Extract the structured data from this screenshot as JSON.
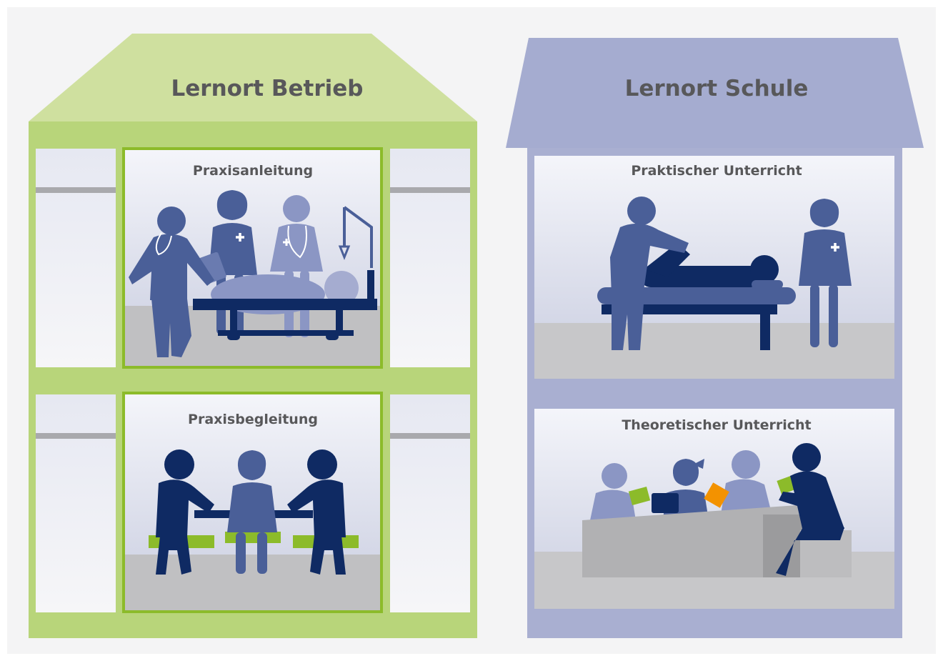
{
  "houses": [
    {
      "title": "Lernort Betrieb",
      "color": "#b8d57a",
      "roof_color": "#cfe09f",
      "rooms": [
        "Praxisanleitung",
        "Praxisbegleitung"
      ]
    },
    {
      "title": "Lernort Schule",
      "color": "#a9afd1",
      "roof_color": "#a5acd0",
      "rooms": [
        "Praktischer Unterricht",
        "Theoretischer Unterricht"
      ]
    }
  ],
  "colors": {
    "figure_dark": "#0f2a63",
    "figure_mid": "#4a5f98",
    "figure_light": "#8b96c4",
    "floor": "#c7c7c9",
    "accent_green": "#8cbb2a",
    "accent_orange": "#f39200"
  }
}
